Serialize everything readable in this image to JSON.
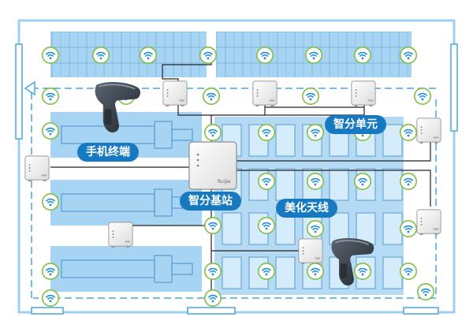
{
  "labels": {
    "handheld": "手机终端",
    "smart_unit": "智分单元",
    "base_station": "智分基站",
    "antenna": "美化天线"
  },
  "brand": {
    "mark": "Ruijie"
  },
  "colors": {
    "zone_fill": "#a7d4f2",
    "shelf_grid": "#5a9dd0",
    "label_bg": "#1779bf",
    "wifi_ring": "#7fbf3f",
    "wifi_core": "#1c8fd6",
    "path_dash": "#46a7e4",
    "cable": "#222222"
  },
  "icons": {
    "access_point": "access-point-icon",
    "wifi": "wifi-antenna-icon",
    "scanner": "barcode-scanner-icon",
    "direction": "direction-arrow-icon"
  }
}
